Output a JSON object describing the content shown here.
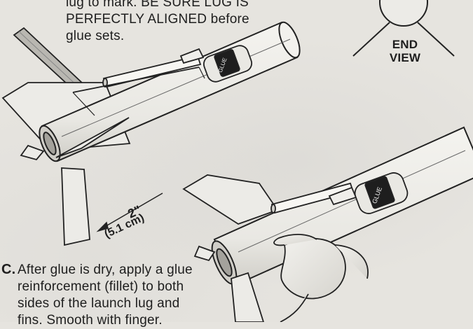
{
  "top_instruction": {
    "lines": [
      "lug to mark. BE SURE LUG IS",
      "PERFECTLY ALIGNED before",
      "glue sets."
    ]
  },
  "end_view": {
    "line1": "END",
    "line2": "VIEW"
  },
  "dimension": {
    "value": "2\"",
    "metric": "(5.1 cm)"
  },
  "glue_label": "GLUE",
  "step_c": {
    "letter": "C.",
    "lines": [
      "After glue is dry, apply a glue",
      "reinforcement (fillet) to both",
      "sides of the launch lug and",
      "fins. Smooth with finger."
    ]
  }
}
